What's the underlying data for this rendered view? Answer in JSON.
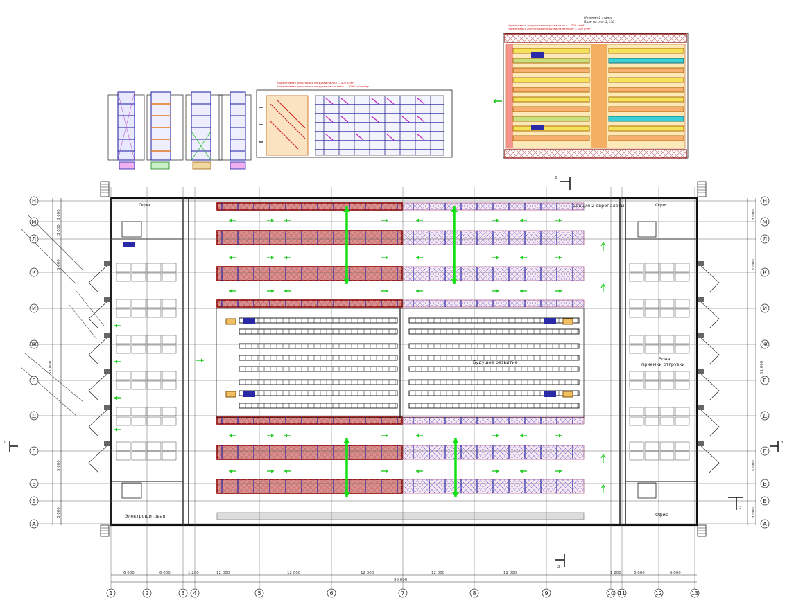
{
  "grid": {
    "rows": [
      "Н",
      "М",
      "Л",
      "К",
      "И",
      "Ж",
      "Е",
      "Д",
      "Г",
      "В",
      "Б",
      "А"
    ],
    "columns": [
      "1",
      "2",
      "3",
      "4",
      "5",
      "6",
      "7",
      "8",
      "9",
      "10",
      "11",
      "12",
      "13"
    ]
  },
  "rooms": {
    "office_left": "Офис",
    "office_right_top": "Офис",
    "office_right_bottom": "Офис",
    "electrical": "Электрощитовая",
    "future_development": "Будущее развитие",
    "receiving_zone_line1": "Зона",
    "receiving_zone_line2": "приемки  отгрузки",
    "pallet_note": "Секция 2 европалеты"
  },
  "dimensions": {
    "bottom_spans": [
      "6 000",
      "6 000",
      "12 000",
      "12 000",
      "12 000",
      "12 000",
      "12 000",
      "6 000",
      "6 000"
    ],
    "small_spans": [
      "1 200",
      "1 200"
    ],
    "overall": "96 000",
    "side_spans": [
      "3 000",
      "3 000",
      "3 000",
      "5 000",
      "5 000",
      "3 000",
      "3 000"
    ],
    "overall_side": "51 000"
  },
  "section_marks": {
    "top": "2",
    "bottom": "2",
    "left": "1",
    "right": "3",
    "right_small": "3"
  },
  "drawing_notes": {
    "mezzanine_title_line1": "Мезонин 2 этажа",
    "mezzanine_title_line2": "План на отм. 2,150",
    "mezz_load_line1": "Нормативная допустимая нагрузка на пол — 500 кг/м²",
    "mezz_load_line2": "Нормативная допустимая нагрузка на мезонин — 300 кг/м²",
    "section_load_line1": "Нормативная допустимая нагрузка на пол — 500 кг/м²",
    "section_load_line2": "Нормативная допустимая нагрузка на стеллаж — 1000 кг/ячейку"
  },
  "colors": {
    "line": "#1a1a1a",
    "rack_frame": "#8a0000",
    "rack_fill": "#d99090",
    "rack_beam": "#1a1aa0",
    "aisle_arrow": "#22cc22",
    "big_arrow": "#15e015",
    "mezz_orange": "#f2a04a",
    "mezz_yellow": "#f4e25a",
    "mezz_cyan": "#3ad0d8",
    "forklift": "#2a2aa8"
  }
}
